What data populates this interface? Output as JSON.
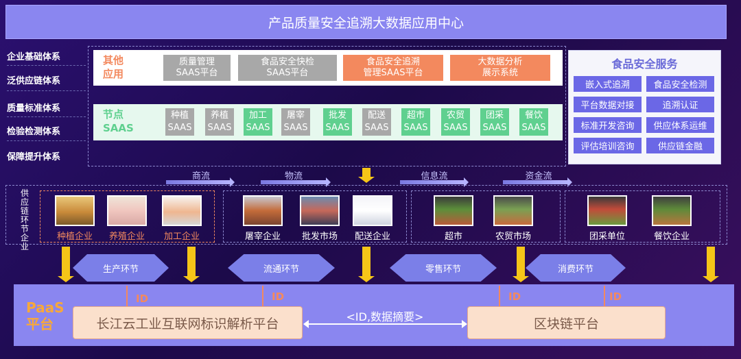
{
  "title": "产品质量安全追溯大数据应用中心",
  "left_systems": [
    "企业基础体系",
    "泛供应链体系",
    "质量标准体系",
    "检验检测体系",
    "保障提升体系"
  ],
  "other_apps": {
    "label": "其他\n应用",
    "items": [
      "质量管理\nSAAS平台",
      "食品安全快检\nSAAS平台",
      "食品安全追溯\n管理SAAS平台",
      "大数据分析\n展示系统"
    ]
  },
  "node_saas": {
    "label": "节点\nSAAS",
    "items": [
      "种植\nSAAS",
      "养植\nSAAS",
      "加工\nSAAS",
      "屠宰\nSAAS",
      "批发\nSAAS",
      "配送\nSAAS",
      "超市\nSAAS",
      "农贸\nSAAS",
      "团采\nSAAS",
      "餐饮\nSAAS"
    ]
  },
  "food_safety": {
    "title": "食品安全服务",
    "items": [
      "嵌入式追溯",
      "食品安全检测",
      "平台数据对接",
      "追溯认证",
      "标准开发咨询",
      "供应体系运维",
      "评估培训咨询",
      "供应链金融"
    ]
  },
  "flows": [
    "商流",
    "物流",
    "信息流",
    "资金流"
  ],
  "supply_chain_label": "供\n应\n链\n环\n节\n企\n业",
  "enterprises": [
    "种植企业",
    "养殖企业",
    "加工企业",
    "屠宰企业",
    "批发市场",
    "配送企业",
    "超市",
    "农贸市场",
    "团采单位",
    "餐饮企业"
  ],
  "stages": [
    "生产环节",
    "流通环节",
    "零售环节",
    "消费环节"
  ],
  "paas": {
    "label": "PaaS\n平台",
    "id_label": "ID",
    "left_platform": "长江云工业互联网标识解析平台",
    "link_label": "<ID,数据摘要>",
    "right_platform": "区块链平台"
  },
  "colors": {
    "accent": "#8a86f0",
    "orange": "#f3895e",
    "green": "#5fd08f",
    "yellow": "#f5c518",
    "service": "#6b67e6"
  }
}
